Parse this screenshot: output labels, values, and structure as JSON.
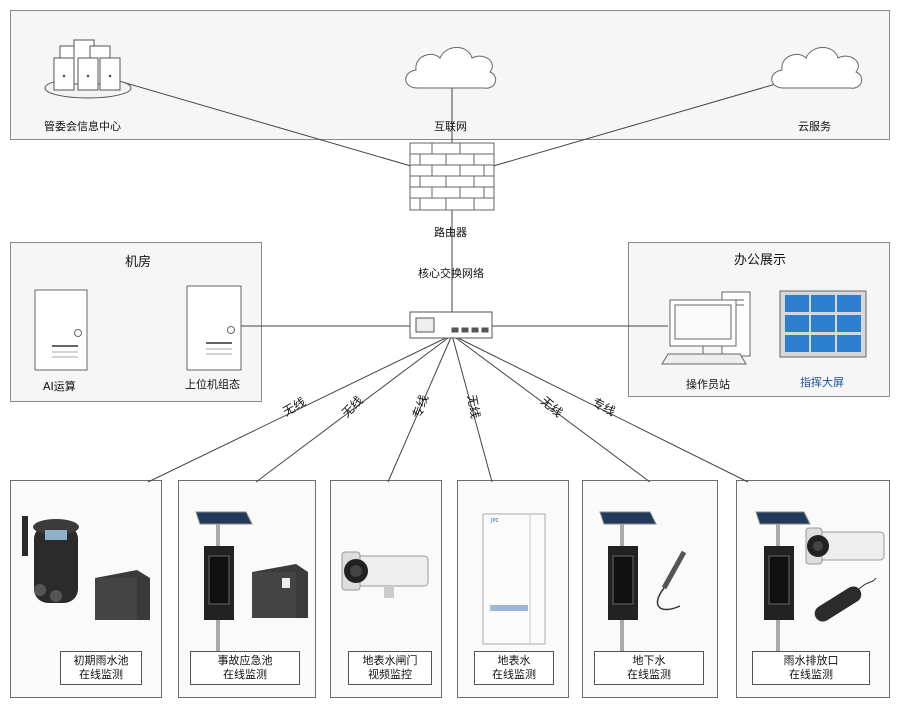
{
  "top": {
    "datacenter_label": "管委会信息中心",
    "internet_label": "互联网",
    "cloud_label": "云服务",
    "router_label": "路由器"
  },
  "core": {
    "label": "核心交换网络"
  },
  "machine_room": {
    "title": "机房",
    "ai_label": "AI运算",
    "host_label": "上位机组态"
  },
  "office": {
    "title": "办公展示",
    "workstation_label": "操作员站",
    "bigscreen_label": "指挥大屏"
  },
  "links": [
    "无线",
    "无线",
    "专线",
    "无线",
    "无线",
    "专线"
  ],
  "stations": [
    {
      "line1": "初期雨水池",
      "line2": "在线监测"
    },
    {
      "line1": "事故应急池",
      "line2": "在线监测"
    },
    {
      "line1": "地表水闸门",
      "line2": "视频监控"
    },
    {
      "line1": "地表水",
      "line2": "在线监测"
    },
    {
      "line1": "地下水",
      "line2": "在线监测"
    },
    {
      "line1": "雨水排放口",
      "line2": "在线监测"
    }
  ],
  "colors": {
    "bigscreen_text": "#1f4fa0",
    "screen_tile": "#2f7fd0"
  }
}
